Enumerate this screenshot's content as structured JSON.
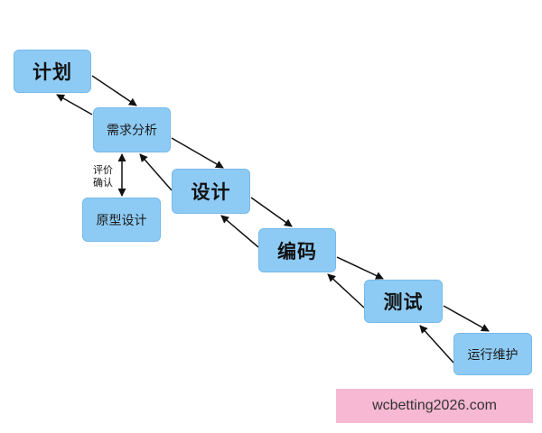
{
  "diagram": {
    "nodes": {
      "plan": "计划",
      "requirements": "需求分析",
      "prototype": "原型设计",
      "design": "设计",
      "coding": "编码",
      "testing": "测试",
      "maintenance": "运行维护"
    },
    "review_label": {
      "line1": "评价",
      "line2": "确认"
    },
    "box_color": "#8ecbf4",
    "arrow_color": "#111111"
  },
  "banner": {
    "text": "wcbetting2026.com",
    "color": "#f6b8d2"
  }
}
